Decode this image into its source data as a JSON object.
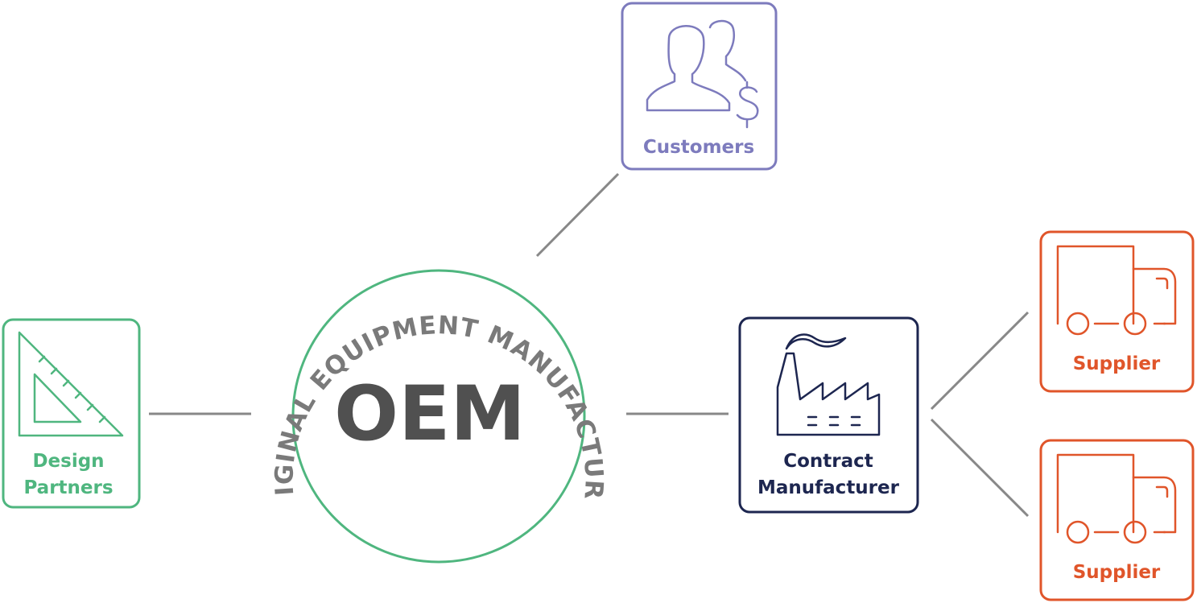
{
  "center": {
    "title": "OEM",
    "arc_text": "ORIGINAL EQUIPMENT MANUFACTURER"
  },
  "nodes": {
    "customers": {
      "label": "Customers",
      "icon": "customers-dollar-icon"
    },
    "design_partners": {
      "label_line1": "Design",
      "label_line2": "Partners",
      "icon": "set-square-ruler-icon"
    },
    "contract_manufacturer": {
      "label_line1": "Contract",
      "label_line2": "Manufacturer",
      "icon": "factory-icon"
    },
    "supplier_top": {
      "label": "Supplier",
      "icon": "delivery-truck-icon"
    },
    "supplier_bottom": {
      "label": "Supplier",
      "icon": "delivery-truck-icon"
    }
  },
  "colors": {
    "green": "#4fb67f",
    "purple": "#7d7bbd",
    "navy": "#1d2650",
    "orange": "#e0552a",
    "gray_text": "#7a7a7a",
    "oem_text": "#505050",
    "connector": "#888888"
  }
}
